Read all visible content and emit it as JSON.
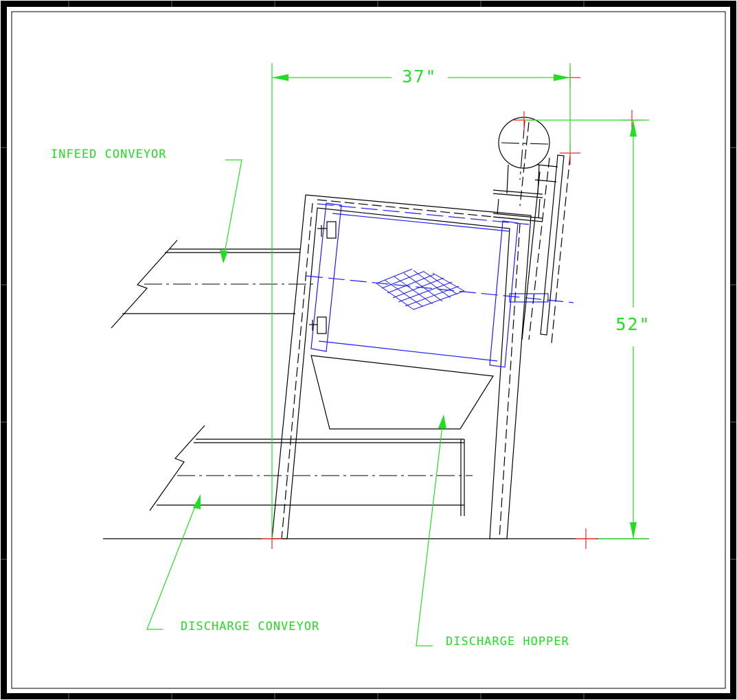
{
  "drawing": {
    "labels": {
      "infeed_conveyor": "INFEED CONVEYOR",
      "discharge_conveyor": "DISCHARGE CONVEYOR",
      "discharge_hopper": "DISCHARGE HOPPER"
    },
    "dimensions": {
      "width": "37\"",
      "height": "52\""
    },
    "colors": {
      "background": "#ffffff",
      "border": "#000000",
      "annotation": "#22dd22",
      "blue_component": "#1a1aff",
      "centerline_marks": "#ff2020",
      "geometry": "#000000"
    }
  }
}
